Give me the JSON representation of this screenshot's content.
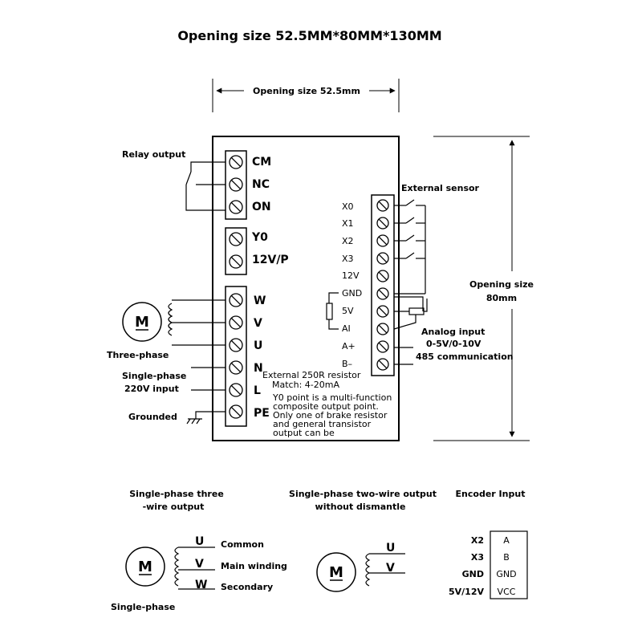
{
  "title": "Opening size 52.5MM*80MM*130MM",
  "width_dim": "Opening size 52.5mm",
  "height_dim": [
    "Opening size",
    "80mm"
  ],
  "left_terminals": {
    "relay": [
      "CM",
      "NC",
      "ON"
    ],
    "output": [
      "Y0",
      "12V/P"
    ],
    "power": [
      "W",
      "V",
      "U",
      "N",
      "L",
      "PE"
    ]
  },
  "right_terminals": [
    "X0",
    "X1",
    "X2",
    "X3",
    "12V",
    "GND",
    "5V",
    "AI",
    "A+",
    "B–"
  ],
  "labels": {
    "relay_output": "Relay output",
    "external_sensor": "External sensor",
    "three_phase": "Three-phase",
    "single_phase_input": [
      "Single-phase",
      "220V input"
    ],
    "grounded": "Grounded",
    "analog_input": [
      "Analog input",
      "0-5V/0-10V"
    ],
    "rs485": "485 communication",
    "motor_symbol": "M"
  },
  "notes": {
    "resistor": [
      "External 250R resistor",
      "Match:  4-20mA"
    ],
    "y0": [
      "Y0 point is a multi-function",
      "composite output point.",
      "Only one of brake resistor",
      "and general transistor",
      "output can be"
    ]
  },
  "bottom": {
    "three_wire": {
      "title": [
        "Single-phase three",
        "-wire output"
      ],
      "terminals": [
        "U",
        "V",
        "W"
      ],
      "descriptions": [
        "Common",
        "Main winding",
        "Secondary"
      ],
      "caption": "Single-phase"
    },
    "two_wire": {
      "title": [
        "Single-phase two-wire output",
        "without dismantle"
      ],
      "terminals": [
        "U",
        "V"
      ]
    },
    "encoder": {
      "title": "Encoder Input",
      "rows": [
        {
          "left": "X2",
          "right": "A"
        },
        {
          "left": "X3",
          "right": "B"
        },
        {
          "left": "GND",
          "right": "GND"
        },
        {
          "left": "5V/12V",
          "right": "VCC"
        }
      ]
    }
  }
}
